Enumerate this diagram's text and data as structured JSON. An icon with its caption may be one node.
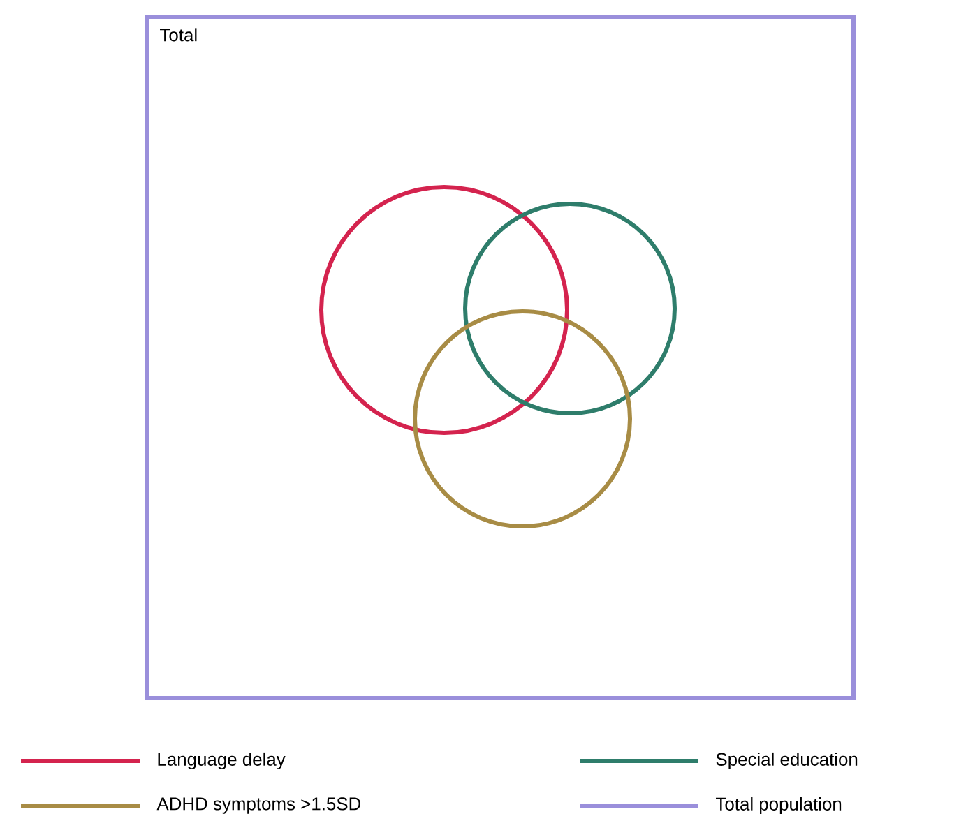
{
  "diagram": {
    "nodes": [
      {
        "text": [
          "Total"
        ]
      },
      {
        "text": [],
        "shape": "circle",
        "in": 0
      },
      {
        "text": [],
        "shape": "circle",
        "in": 0
      },
      {
        "text": [],
        "shape": "circle",
        "in": 0
      }
    ],
    "legend": [
      {
        "text": "Language delay"
      },
      {
        "text": "Special education"
      },
      {
        "text": "ADHD symptoms >1.5SD"
      },
      {
        "text": "Total population"
      }
    ]
  }
}
